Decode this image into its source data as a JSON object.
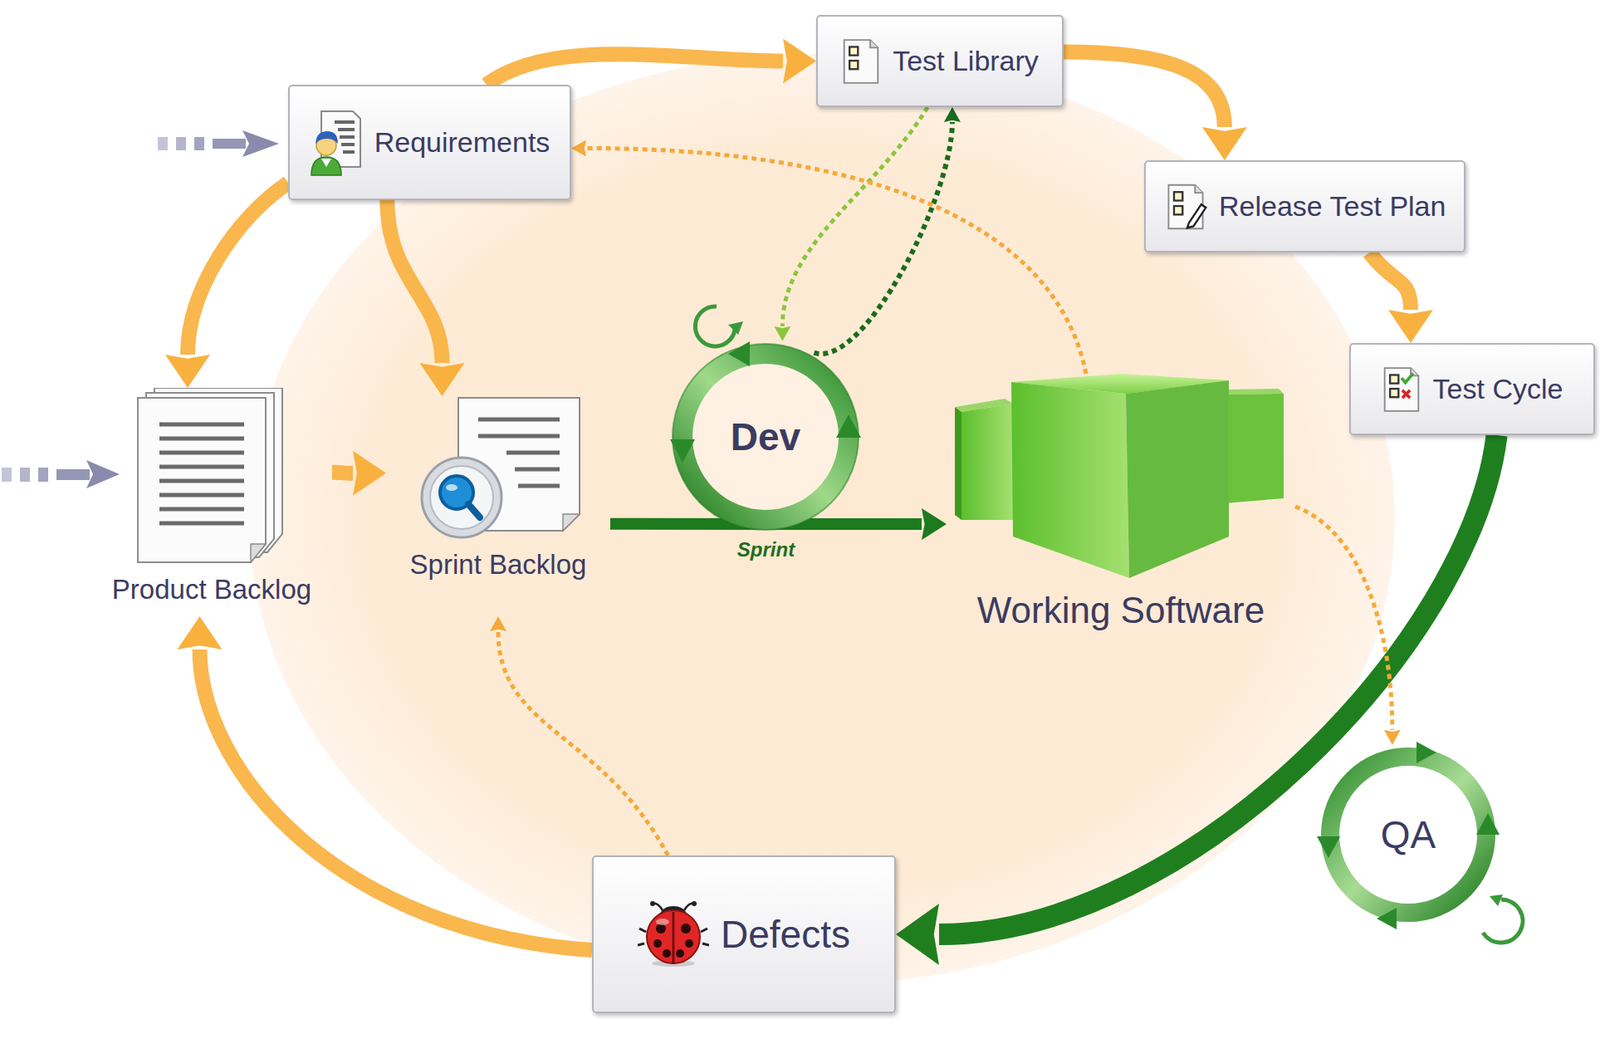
{
  "diagram": {
    "nodes": [
      {
        "text": [
          "Requirements"
        ]
      },
      {
        "text": [
          "Test Library"
        ]
      },
      {
        "text": [
          "Release Test Plan"
        ]
      },
      {
        "text": [
          "Test Cycle"
        ]
      },
      {
        "text": [
          "Product Backlog"
        ]
      },
      {
        "text": [
          "Sprint Backlog"
        ]
      },
      {
        "text": [
          "Dev"
        ]
      },
      {
        "text": [
          "Working Software"
        ]
      },
      {
        "text": [
          "QA"
        ]
      },
      {
        "text": [
          "Defects"
        ]
      }
    ],
    "edges": [
      {
        "from": 0,
        "to": 1,
        "arrow": "to"
      },
      {
        "from": 1,
        "to": 2,
        "arrow": "to"
      },
      {
        "from": 2,
        "to": 3,
        "arrow": "to"
      },
      {
        "from": 3,
        "to": 9,
        "arrow": "to"
      },
      {
        "from": 0,
        "to": 4,
        "arrow": "to"
      },
      {
        "from": 0,
        "to": 5,
        "arrow": "to"
      },
      {
        "from": 4,
        "to": 5,
        "arrow": "to"
      },
      {
        "from": 5,
        "to": 7,
        "label": "Sprint",
        "arrow": "to"
      },
      {
        "from": 1,
        "to": 6,
        "arrow": "to"
      },
      {
        "from": 6,
        "to": 1,
        "arrow": "to"
      },
      {
        "from": 7,
        "to": 0,
        "arrow": "to"
      },
      {
        "from": 7,
        "to": 8,
        "arrow": "to"
      },
      {
        "from": 9,
        "to": 5,
        "arrow": "to"
      },
      {
        "from": 9,
        "to": 4,
        "arrow": "to"
      }
    ]
  }
}
